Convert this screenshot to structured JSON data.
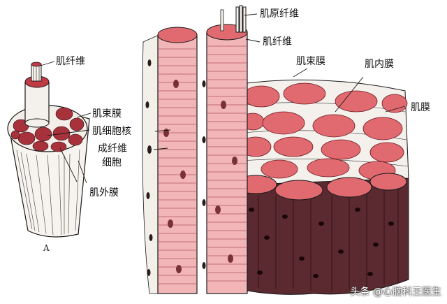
{
  "labels": {
    "myofibril_left": "肌纤维",
    "perimysium_left": "肌束膜",
    "nucleus": "肌细胞核",
    "fibroblast_line1": "成纤维",
    "fibroblast_line2": "细胞",
    "epimysium": "肌外膜",
    "myofilament": "肌原纤维",
    "muscle_fiber_right": "肌纤维",
    "perimysium_right": "肌束膜",
    "endomysium": "肌内膜",
    "sarcolemma": "肌膜"
  },
  "panel_letter": "A",
  "watermark": "头条 @心脑科王医生",
  "colors": {
    "fiber_pink": "#f2b5b8",
    "fiber_top": "#e06a70",
    "dark_bundle": "#5a2a30",
    "membrane": "#f4f0ec",
    "ink": "#1a1a1a"
  }
}
